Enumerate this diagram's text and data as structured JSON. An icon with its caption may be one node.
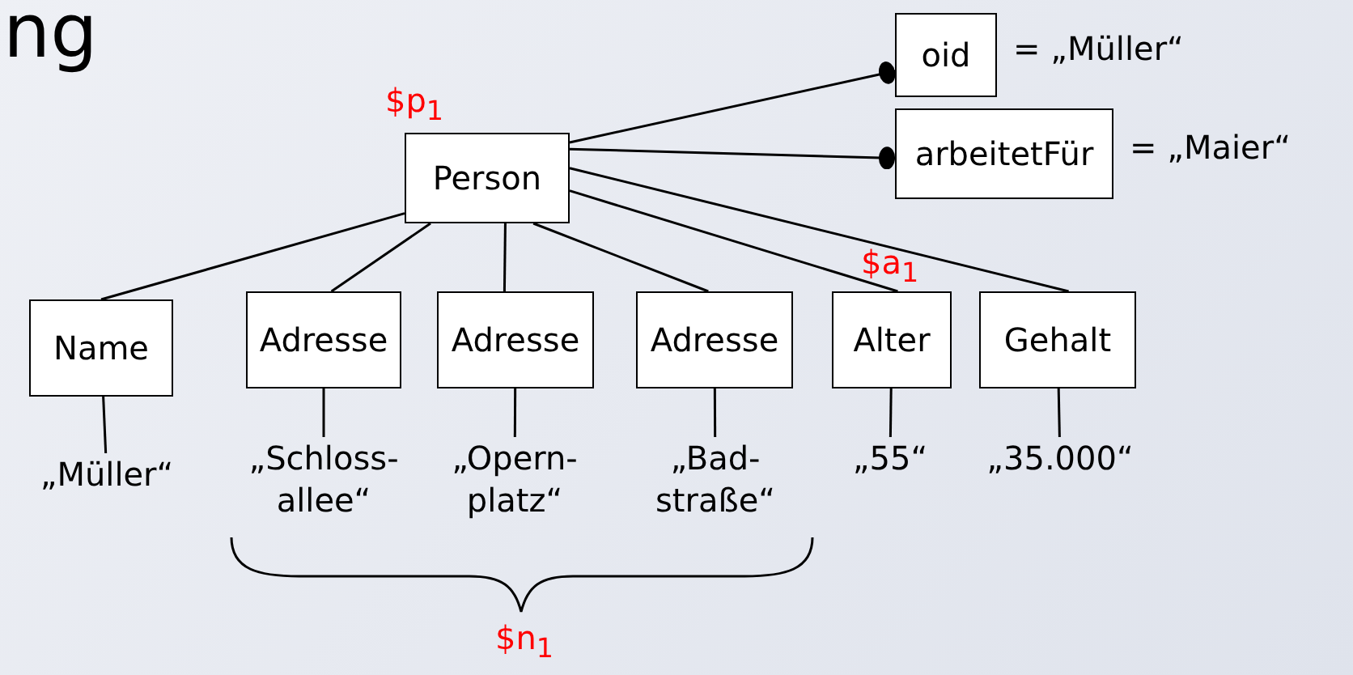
{
  "diagram": {
    "title": "ng",
    "nodes": [
      {
        "text": [
          "Person"
        ],
        "beside": [
          "$p$_{1}$"
        ]
      },
      {
        "text": [
          "oid"
        ],
        "beside": [
          "= „Müller“"
        ]
      },
      {
        "text": [
          "arbeitetFür"
        ],
        "beside": [
          "= „Maier“"
        ]
      },
      {
        "text": [
          "Name"
        ]
      },
      {
        "text": [
          "Adresse"
        ]
      },
      {
        "text": [
          "Adresse"
        ]
      },
      {
        "text": [
          "Adresse"
        ]
      },
      {
        "text": [
          "Alter"
        ],
        "beside": [
          "$a$_{1}$"
        ]
      },
      {
        "text": [
          "Gehalt"
        ]
      },
      {
        "text": [
          "„Müller“"
        ]
      },
      {
        "text": [
          "„Schloss- allee“"
        ]
      },
      {
        "text": [
          "„Opern- platz“"
        ]
      },
      {
        "text": [
          "„Bad- straße“"
        ]
      },
      {
        "text": [
          "„55“"
        ]
      },
      {
        "text": [
          "„35.000“"
        ]
      }
    ],
    "edges": [
      {
        "from": 0,
        "to": 1,
        "arrow": "other"
      },
      {
        "from": 0,
        "to": 2,
        "arrow": "other"
      },
      {
        "from": 0,
        "to": 3,
        "arrow": "none"
      },
      {
        "from": 0,
        "to": 4,
        "arrow": "none"
      },
      {
        "from": 0,
        "to": 5,
        "arrow": "none"
      },
      {
        "from": 0,
        "to": 6,
        "arrow": "none"
      },
      {
        "from": 0,
        "to": 7,
        "arrow": "none"
      },
      {
        "from": 0,
        "to": 8,
        "arrow": "none"
      },
      {
        "from": 3,
        "to": 9,
        "arrow": "none"
      },
      {
        "from": 4,
        "to": 10,
        "arrow": "none"
      },
      {
        "from": 5,
        "to": 11,
        "arrow": "none"
      },
      {
        "from": 6,
        "to": 12,
        "arrow": "none"
      },
      {
        "from": 7,
        "to": 13,
        "arrow": "none"
      },
      {
        "from": 8,
        "to": 14,
        "arrow": "none"
      }
    ],
    "labels": [
      "$n$_{1}$"
    ]
  }
}
